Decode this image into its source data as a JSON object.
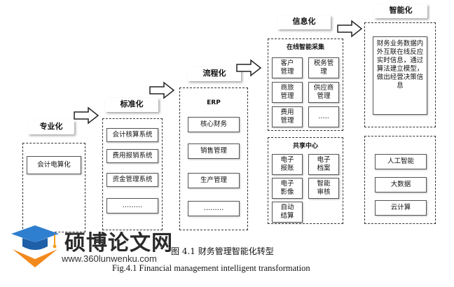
{
  "stages": {
    "professional": {
      "title": "专业化",
      "items": [
        "会计电算化"
      ]
    },
    "standard": {
      "title": "标准化",
      "items": [
        "会计核算系统",
        "费用报销系统",
        "资金管理系统",
        "………"
      ]
    },
    "process": {
      "title": "流程化",
      "sub_title": "ERP",
      "items": [
        "核心财务",
        "销售管理",
        "生产管理",
        "………"
      ]
    },
    "info": {
      "title": "信息化",
      "collect_title": "在线智能采集",
      "collect_items": [
        "客户\n管理",
        "税务管\n理",
        "商旅\n管理",
        "供应商\n管理",
        "费用\n管理",
        "….."
      ],
      "share_title": "共享中心",
      "share_items": [
        "电子\n报账",
        "电子\n档案",
        "电子\n影像",
        "智能\n审核",
        "自动\n结算"
      ]
    },
    "smart": {
      "title": "智能化",
      "description": "财务业务数据内外互联在线反应实时信息，通过算法建立模型，做出经营决策信息",
      "items": [
        "人工智能",
        "大数据",
        "云计算"
      ]
    }
  },
  "caption": {
    "cn": "图 4.1  财务管理智能化转型",
    "en": "Fig.4.1 Financial management intelligent transformation"
  },
  "watermark": {
    "name": "硕博论文网",
    "url": "www.360lunwenku.com"
  }
}
